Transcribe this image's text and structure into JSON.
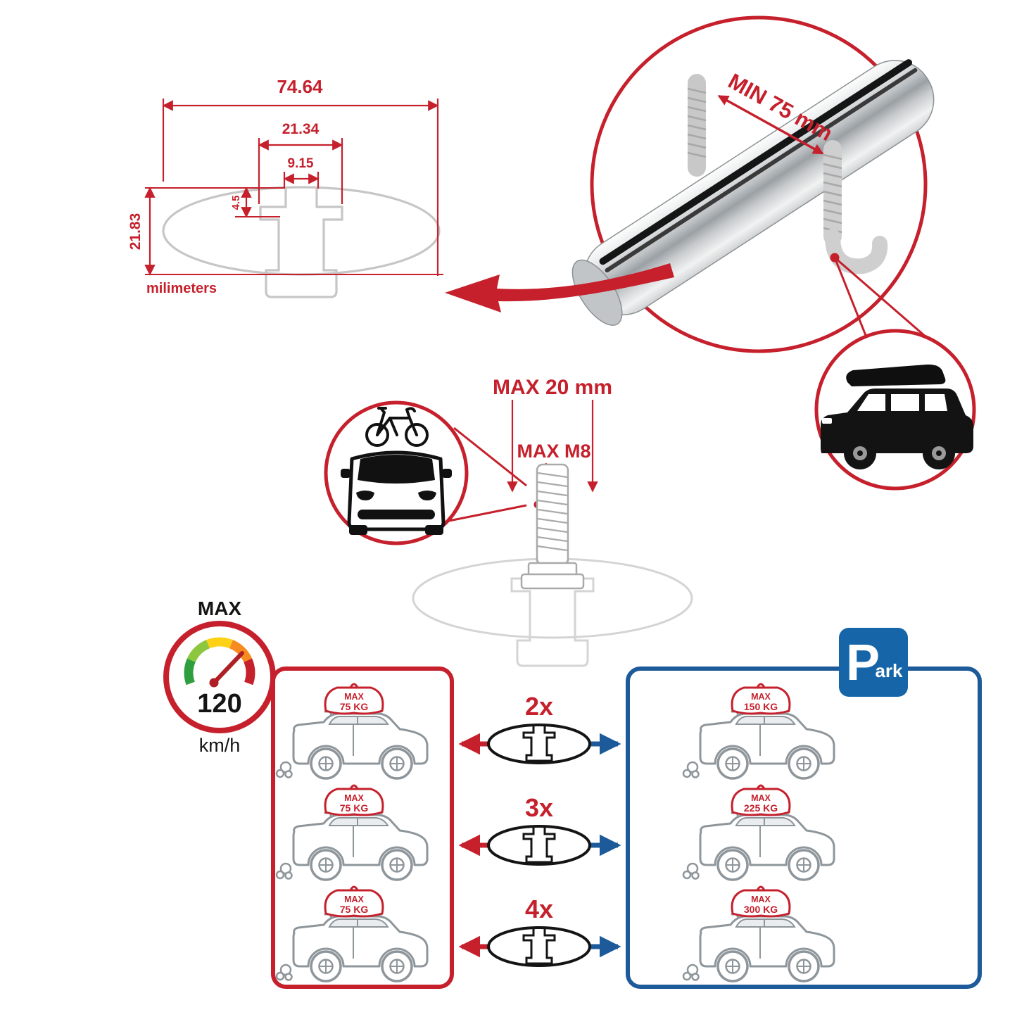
{
  "colors": {
    "red": "#c5202c",
    "panel_blue": "#1c5a9a",
    "park_blue": "#1565a8",
    "profile_gray": "#c6c6c6",
    "metal_gray": "#b9bcbe",
    "black": "#141414"
  },
  "cross_section": {
    "width_total": "74.64",
    "channel_width": "21.34",
    "slot_width": "9.15",
    "slot_depth": "4.5",
    "height_total": "21.83",
    "units": "milimeters"
  },
  "bar_detail": {
    "min_label": "MIN 75 mm"
  },
  "bolt_detail": {
    "length_label": "MAX 20 mm",
    "thread_label": "MAX M8"
  },
  "speedometer": {
    "title": "MAX",
    "value": "120",
    "unit": "km/h"
  },
  "multipliers": [
    {
      "label": "2x"
    },
    {
      "label": "3x"
    },
    {
      "label": "4x"
    }
  ],
  "driving_panel": {
    "cars": [
      {
        "max": "MAX",
        "load": "75 KG"
      },
      {
        "max": "MAX",
        "load": "75 KG"
      },
      {
        "max": "MAX",
        "load": "75 KG"
      }
    ]
  },
  "parking_panel": {
    "sign_p": "P",
    "sign_ark": "ark",
    "cars": [
      {
        "max": "MAX",
        "load": "150 KG"
      },
      {
        "max": "MAX",
        "load": "225 KG"
      },
      {
        "max": "MAX",
        "load": "300 KG"
      }
    ]
  }
}
